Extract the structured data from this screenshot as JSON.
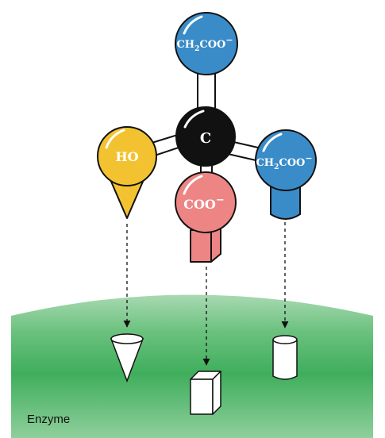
{
  "atoms": {
    "central": {
      "label": "C",
      "color": "#111111"
    },
    "top": {
      "label_main": "CH",
      "label_sub": "2",
      "label_tail": "COO",
      "charge": "−",
      "color": "#3a8cc8"
    },
    "left": {
      "label": "HO",
      "color": "#f2c230"
    },
    "right": {
      "label_main": "CH",
      "label_sub": "2",
      "label_tail": "COO",
      "charge": "−",
      "color": "#3a8cc8"
    },
    "front": {
      "label": "COO",
      "charge": "−",
      "color": "#ee8585"
    }
  },
  "binding_sites": {
    "left": "cone-site",
    "middle": "box-site",
    "right": "cylinder-site"
  },
  "enzyme": {
    "label": "Enzyme",
    "color": "#3fae5c"
  },
  "colors": {
    "background": "#ffffff",
    "bond": "#ffffff",
    "outline": "#111111",
    "dashed_arrow": "#111111"
  }
}
